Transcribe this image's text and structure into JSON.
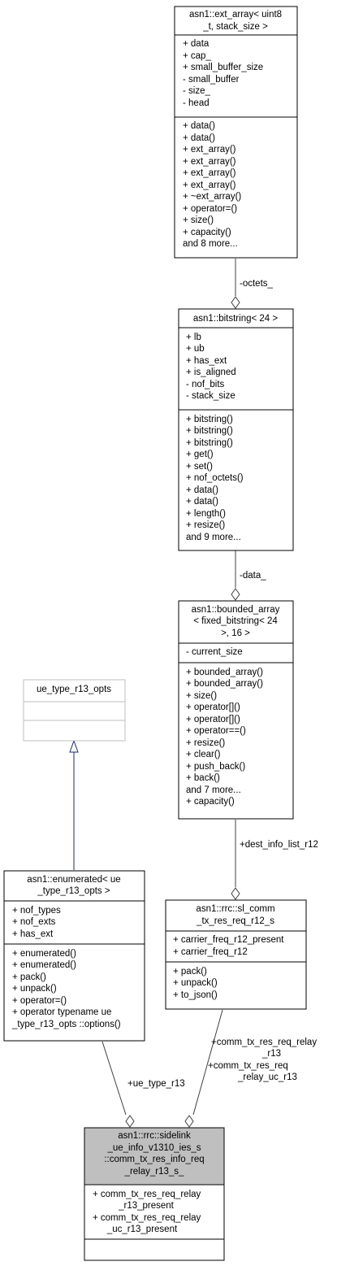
{
  "nodes": {
    "ext_array": {
      "title": [
        "asn1::ext_array< uint8",
        "_t, stack_size >"
      ],
      "attributes": [
        "+ data",
        "+ cap_",
        "+ small_buffer_size",
        "- small_buffer",
        "- size_",
        "- head"
      ],
      "methods": [
        "+ data()",
        "+ data()",
        "+ ext_array()",
        "+ ext_array()",
        "+ ext_array()",
        "+ ext_array()",
        "+ ~ext_array()",
        "+ operator=()",
        "+ size()",
        "+ capacity()",
        "and 8 more..."
      ]
    },
    "bitstring": {
      "title": [
        "asn1::bitstring< 24 >"
      ],
      "attributes": [
        "+ lb",
        "+ ub",
        "+ has_ext",
        "+ is_aligned",
        "- nof_bits",
        "- stack_size"
      ],
      "methods": [
        "+ bitstring()",
        "+ bitstring()",
        "+ bitstring()",
        "+ get()",
        "+ set()",
        "+ nof_octets()",
        "+ data()",
        "+ data()",
        "+ length()",
        "+ resize()",
        "and 9 more..."
      ]
    },
    "bounded_array": {
      "title": [
        "asn1::bounded_array",
        "< fixed_bitstring< 24",
        ">, 16 >"
      ],
      "attributes": [
        "- current_size"
      ],
      "methods": [
        "+ bounded_array()",
        "+ bounded_array()",
        "+ size()",
        "+ operator[]()",
        "+ operator[]()",
        "+ operator==()",
        "+ resize()",
        "+ clear()",
        "+ push_back()",
        "+ back()",
        "and 7 more...",
        "+ capacity()"
      ]
    },
    "ue_type_opts": {
      "title": [
        "ue_type_r13_opts"
      ]
    },
    "enumerated": {
      "title": [
        "asn1::enumerated< ue",
        "_type_r13_opts >"
      ],
      "attributes": [
        "+ nof_types",
        "+ nof_exts",
        "+ has_ext"
      ],
      "methods": [
        "+ enumerated()",
        "+ enumerated()",
        "+ pack()",
        "+ unpack()",
        "+ operator=()",
        "+ operator typename ue",
        "_type_r13_opts ::options()"
      ]
    },
    "sl_comm": {
      "title": [
        "asn1::rrc::sl_comm",
        "_tx_res_req_r12_s"
      ],
      "attributes": [
        "+ carrier_freq_r12_present",
        "+ carrier_freq_r12"
      ],
      "methods": [
        "+ pack()",
        "+ unpack()",
        "+ to_json()"
      ]
    },
    "main": {
      "title": [
        "asn1::rrc::sidelink",
        "_ue_info_v1310_ies_s",
        "::comm_tx_res_info_req",
        "_relay_r13_s_"
      ],
      "attributes": [
        "+ comm_tx_res_req_relay",
        "_r13_present",
        "+ comm_tx_res_req_relay",
        "_uc_r13_present"
      ]
    }
  },
  "edge_labels": {
    "octets": "-octets_",
    "data": "-data_",
    "dest_info": "+dest_info_list_r12",
    "ue_type": "+ue_type_r13",
    "comm_relay": [
      "+comm_tx_res_req_relay",
      "_r13",
      "+comm_tx_res_req",
      "_relay_uc_r13"
    ]
  }
}
